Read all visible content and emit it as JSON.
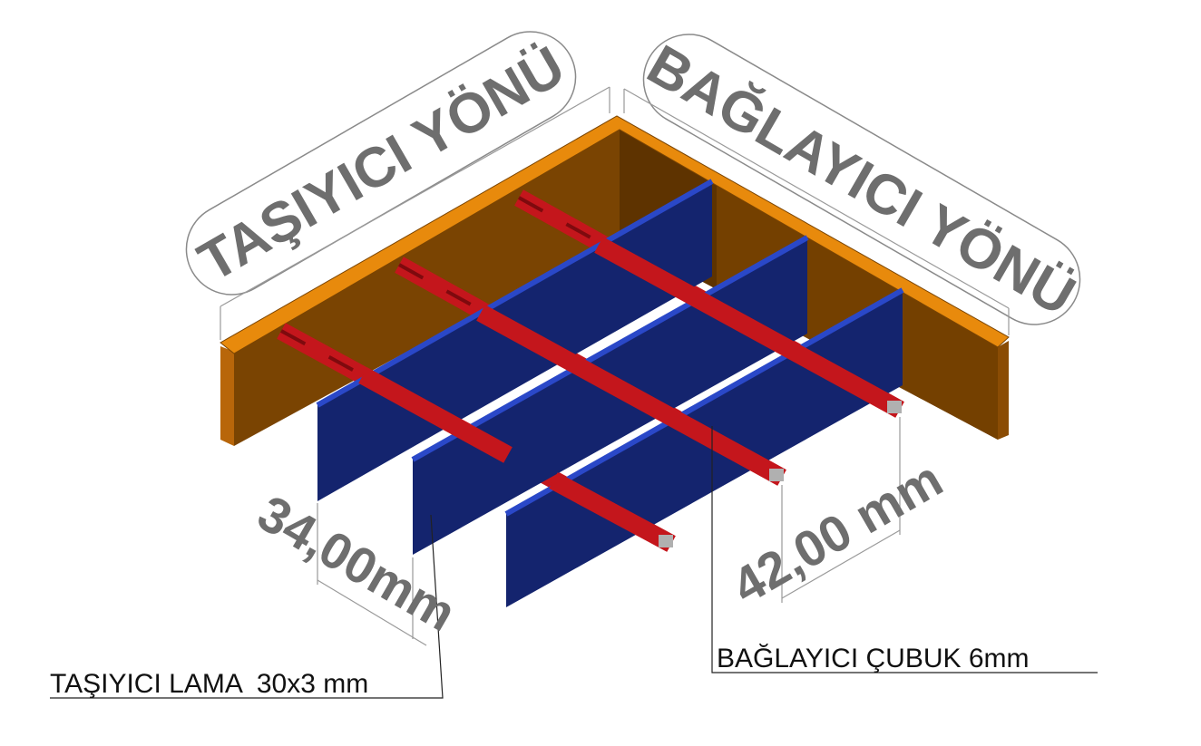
{
  "labels": {
    "bearing_direction": "TAŞIYICI YÖNÜ",
    "cross_direction": "BAĞLAYICI YÖNÜ",
    "bearing_pitch": "34,00mm",
    "cross_pitch": "42,00 mm",
    "bearing_bar": "TAŞIYICI LAMA  30x3 mm",
    "cross_bar": "BAĞLAYICI ÇUBUK 6mm"
  },
  "colors": {
    "frame_top": "#e88a0c",
    "frame_panel": "#7a4402",
    "bearing_bar": "#14246e",
    "bearing_bar_edge": "#2a48c8",
    "cross_bar": "#c4161c"
  }
}
